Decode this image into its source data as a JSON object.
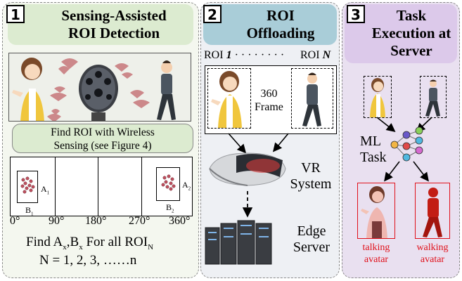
{
  "panel1": {
    "number": "1",
    "title_line1": "Sensing-Assisted",
    "title_line2": "ROI Detection",
    "find_roi_line1": "Find ROI with Wireless",
    "find_roi_line2": "Sensing (see Figure 4)",
    "angle_ticks": [
      "0°",
      "90°",
      "180°",
      "270°",
      "360°"
    ],
    "box_a1": "A",
    "box_a1_sub": "1",
    "box_b1": "B",
    "box_b1_sub": "1",
    "box_a2": "A",
    "box_a2_sub": "2",
    "box_b2": "B",
    "box_b2_sub": "2",
    "formula_prefix": "Find A",
    "formula_x1": "x",
    "formula_mid": ",B",
    "formula_x2": "x",
    "formula_suffix": " For all ROI",
    "formula_n": "N",
    "n_range": "N = 1, 2, 3, ……n"
  },
  "panel2": {
    "number": "2",
    "title_line1": "ROI",
    "title_line2": "Offloading",
    "roi_first_label": "ROI ",
    "roi_first_idx": "1",
    "roi_dots": " · · · · · · · ·",
    "roi_last_label": "ROI ",
    "roi_last_idx": "N",
    "frame_line1": "360",
    "frame_line2": "Frame",
    "vr_line1": "VR",
    "vr_line2": "System",
    "edge_line1": "Edge",
    "edge_line2": "Server"
  },
  "panel3": {
    "number": "3",
    "title_line1": "Task",
    "title_line2": "Execution at",
    "title_line3": "Server",
    "ml_line1": "ML",
    "ml_line2": "Task",
    "talking_line1": "talking",
    "talking_line2": "avatar",
    "walking_line1": "walking",
    "walking_line2": "avatar"
  },
  "colors": {
    "panel1_header": "#dcebd0",
    "panel2_header": "#a9cdd8",
    "panel3_header": "#dcc9ea",
    "avatar_label": "#e0101a",
    "avatar_border": "#e0101a"
  }
}
